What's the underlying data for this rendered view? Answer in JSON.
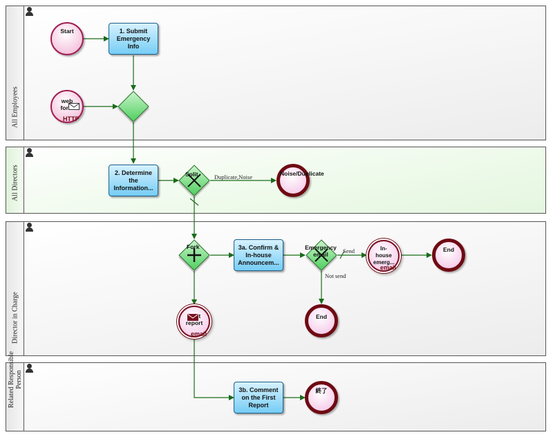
{
  "lanes": {
    "employees": "All Employees",
    "directors": "All Directors",
    "director_in_charge": "Director in Charge",
    "related_person": "Related Responsible Person"
  },
  "events": {
    "start": "Start",
    "web_form": "web form",
    "web_form_tag": "HTTP",
    "noise_end": "Noise/Duplicate",
    "inhouse_email": "In-house emerg...",
    "inhouse_email_tag": "email",
    "first_report": "First report",
    "first_report_tag": "email",
    "end_top": "End",
    "end_mid": "End",
    "end_bottom": "終了"
  },
  "tasks": {
    "submit": "1. Submit Emergency Info",
    "determine": "2. Determine the Information...",
    "confirm": "3a. Confirm & In-house Announcem...",
    "comment": "3b. Comment on the First Report"
  },
  "gateways": {
    "split": "Split",
    "fork": "Fork",
    "emergency_email": "Emergency email"
  },
  "edge_labels": {
    "duplicate_noise": "Duplicate,Noise",
    "send": "Send",
    "not_send": "Not send"
  },
  "colors": {
    "flow": "#1a6b1a",
    "task_fill": "#76cdf5",
    "gateway_fill": "#4fd05f",
    "end_border": "#6e0a12",
    "start_border": "#a11e52"
  }
}
